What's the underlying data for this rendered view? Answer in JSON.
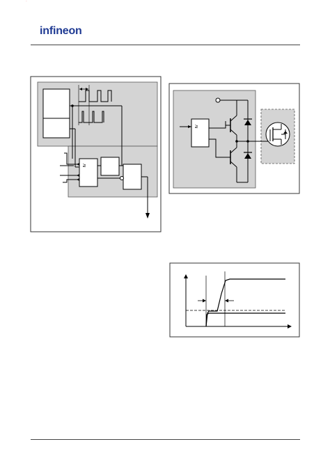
{
  "header": {
    "brand": "infineon",
    "brand_color": "#1f3a93",
    "accent_color": "#e2001a"
  },
  "figures": {
    "fig1": {
      "name": "pwm-logic-block-diagram",
      "gate_label": "≥"
    },
    "fig2": {
      "name": "gate-driver-stage",
      "gate_label": "≥"
    },
    "fig3": {
      "name": "switching-timing-graph"
    }
  },
  "colors": {
    "panel_fill": "#d4d4d4",
    "line": "#000000",
    "frame": "#333333"
  }
}
